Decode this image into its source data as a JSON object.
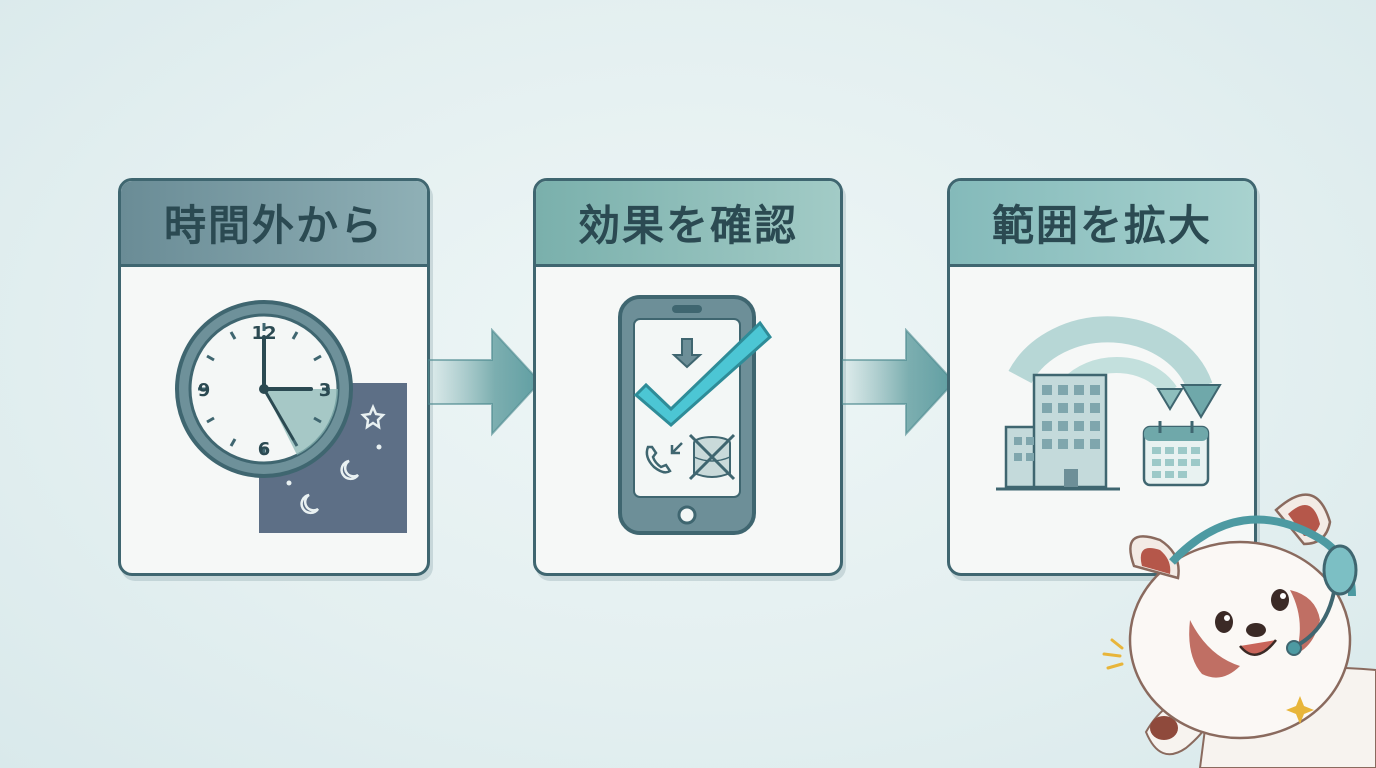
{
  "steps": [
    {
      "title": "時間外から",
      "icon": "after-hours-clock-icon"
    },
    {
      "title": "効果を確認",
      "icon": "phone-check-icon"
    },
    {
      "title": "範囲を拡大",
      "icon": "expand-scope-icon"
    }
  ],
  "clock": {
    "labels": [
      "12",
      "3",
      "6",
      "9"
    ]
  },
  "mascot": {
    "icon": "red-panda-headset-mascot"
  },
  "colors": {
    "border": "#3f6670",
    "header1": "#6e919a",
    "header2": "#7fb3b1",
    "header3": "#86bcbc",
    "accent": "#4cc6d4",
    "text": "#2b4a52"
  }
}
